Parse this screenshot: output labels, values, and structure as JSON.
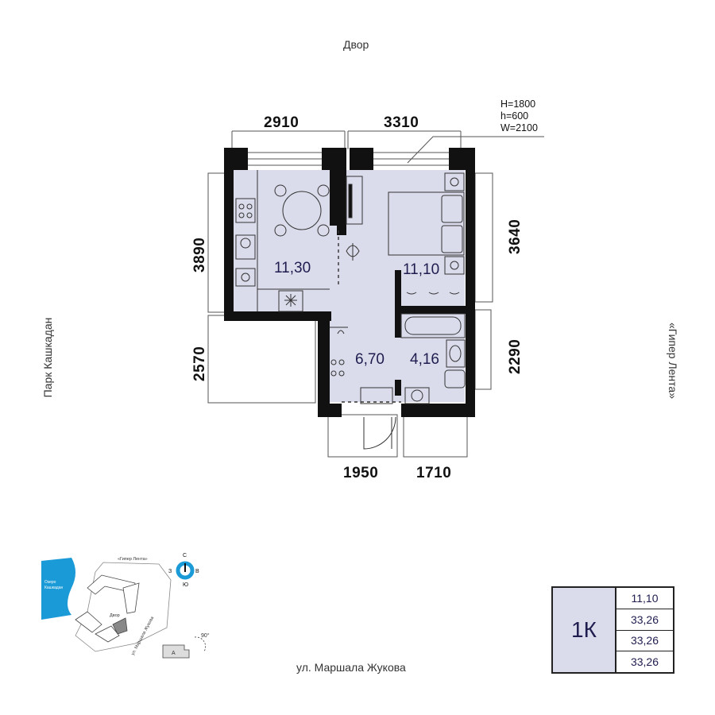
{
  "streets": {
    "top": "Двор",
    "left": "Парк Кашкадан",
    "right": "«Гипер Лента»",
    "bottom": "ул. Маршала Жукова"
  },
  "dimensions": {
    "top_left": "2910",
    "top_right": "3310",
    "left_upper": "3890",
    "left_lower": "2570",
    "right_upper": "3640",
    "right_lower": "2290",
    "bottom_left": "1950",
    "bottom_right": "1710"
  },
  "window_spec": {
    "H": "H=1800",
    "h": "h=600",
    "W": "W=2100"
  },
  "rooms": {
    "kitchen": "11,30",
    "bedroom": "11,10",
    "hall": "6,70",
    "bathroom": "4,16"
  },
  "legend": {
    "type": "1К",
    "values": [
      "11,10",
      "33,26",
      "33,26",
      "33,26"
    ]
  },
  "site_plan": {
    "lake": "Озеро Кашкадан",
    "lake_line1": "Озеро",
    "lake_line2": "Кашкадан",
    "hyper": "«Гипер Лента»",
    "yard": "Двор",
    "street": "ул. Маршала Жукова",
    "section": "A",
    "angle": "90°"
  },
  "compass": {
    "north": "С",
    "south": "Ю",
    "east": "В",
    "west": "З"
  },
  "colors": {
    "room_fill": "#dadbeb",
    "wall": "#111111",
    "accent_text": "#1f1d4f",
    "compass": "#1a9ad6",
    "lake": "#1a9ad6"
  }
}
